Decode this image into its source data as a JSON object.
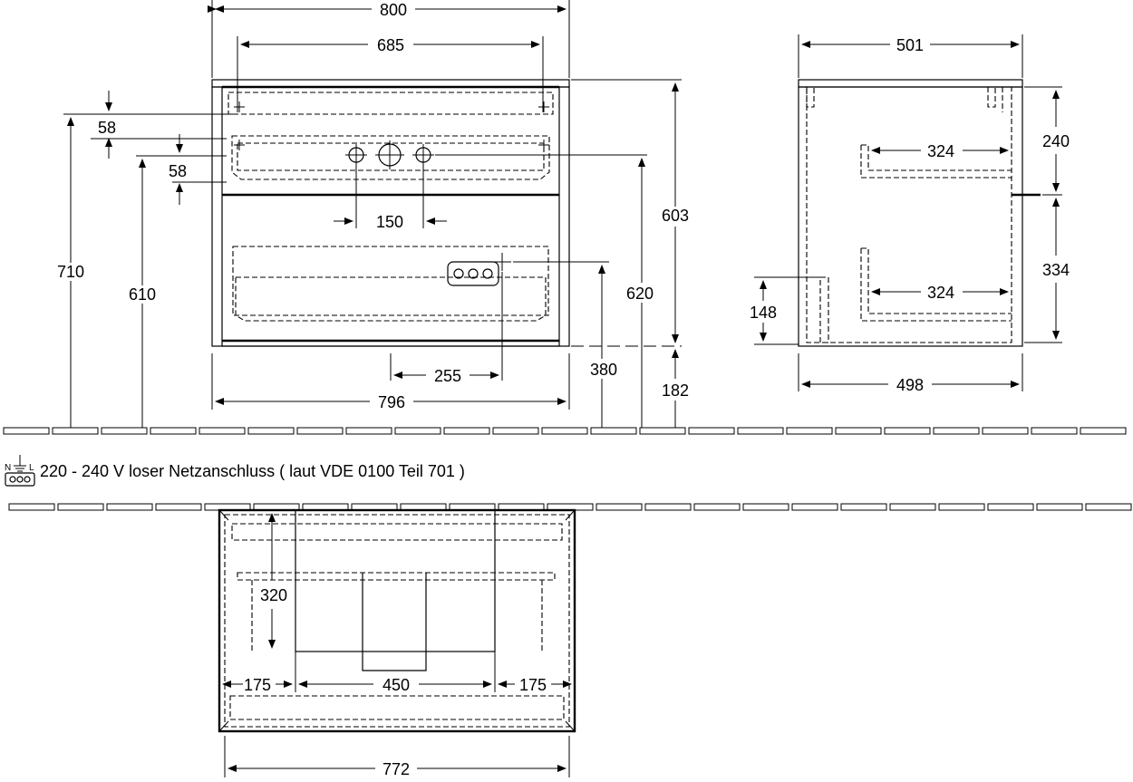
{
  "electrical_note": "220 - 240 V loser Netzanschluss ( laut VDE 0100 Teil 701 )",
  "icon": "power-connection-icon",
  "icon_label": "N L",
  "front_view": {
    "overall_width": "800",
    "basin_width": "685",
    "offset_a": "58",
    "offset_b": "58",
    "height_710": "710",
    "height_610": "610",
    "tap_spacing": "150",
    "cabinet_height": "603",
    "height_620": "620",
    "socket_offset": "255",
    "socket_height": "380",
    "plinth_height": "182",
    "body_width": "796"
  },
  "side_view": {
    "top_depth": "501",
    "upper_drawer": "240",
    "lower_drawer": "334",
    "inner_depth_top": "324",
    "inner_depth_bottom": "324",
    "cutout_height": "148",
    "body_depth": "498"
  },
  "plan_view": {
    "siphon_depth": "320",
    "left_margin": "175",
    "cutout_width": "450",
    "right_margin": "175",
    "inner_width": "772"
  }
}
